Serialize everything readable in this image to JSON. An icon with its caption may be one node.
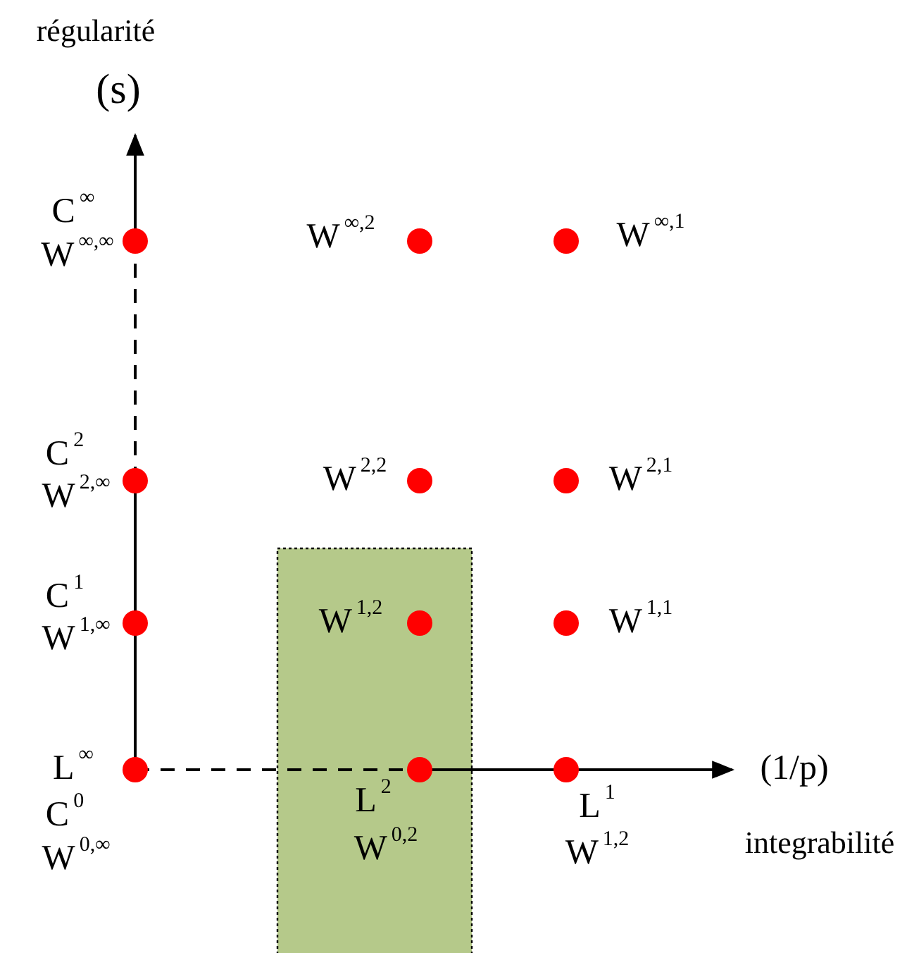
{
  "diagram": {
    "labels": [
      "régularité",
      "(s)",
      "C$^{∞}$",
      "W$^{∞,∞}$",
      "W$^{∞,2}$",
      "W$^{∞,1}$",
      "C$^{2}$",
      "W$^{2,∞}$",
      "W$^{2,2}$",
      "W$^{2,1}$",
      "C$^{1}$",
      "W$^{1,∞}$",
      "W$^{1,2}$",
      "W$^{1,1}$",
      "L$^{∞}$",
      "(1/p)",
      "C$^{0}$",
      "L$^{2}$",
      "L$^{1}$",
      "W$^{0,∞}$",
      "W$^{0,2}$",
      "W$^{1,2}$",
      "integrabilité"
    ]
  }
}
